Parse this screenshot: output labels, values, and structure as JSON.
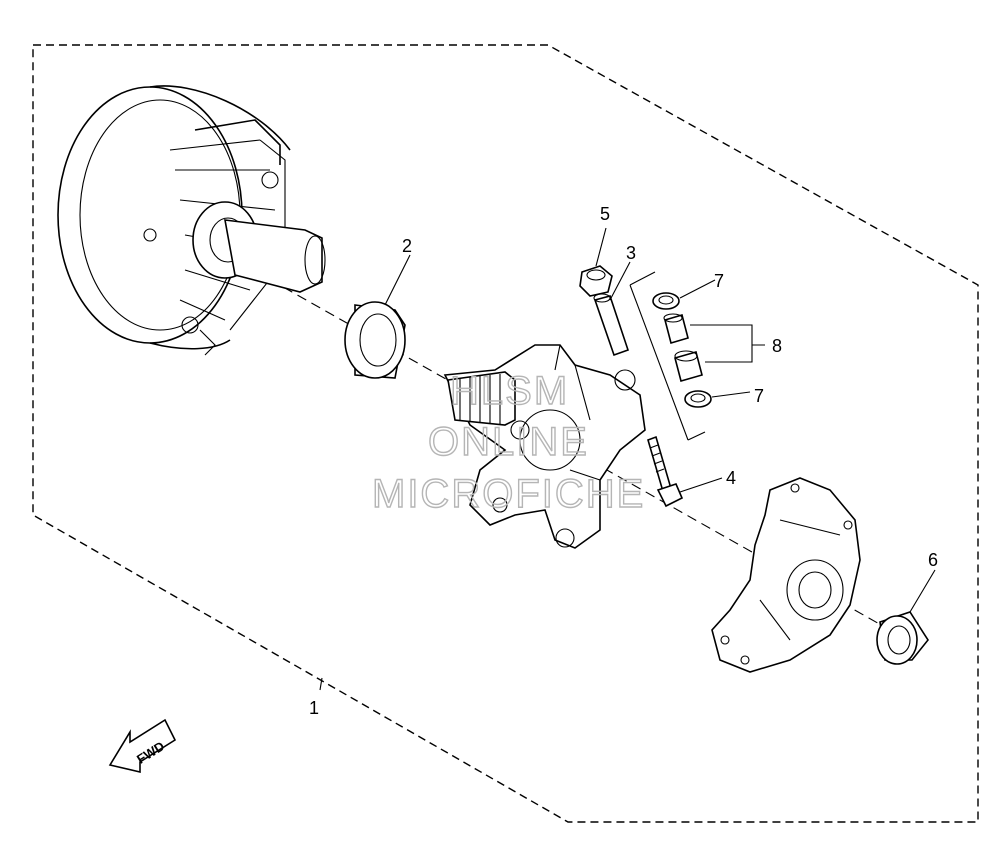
{
  "callouts": {
    "c1": "1",
    "c2": "2",
    "c3": "3",
    "c4": "4",
    "c5": "5",
    "c6": "6",
    "c7a": "7",
    "c7b": "7",
    "c8": "8"
  },
  "fwd_label": "FWD",
  "watermark": {
    "line1": "HLSM",
    "line2": "ONLINE",
    "line3": "MICROFICHE"
  }
}
